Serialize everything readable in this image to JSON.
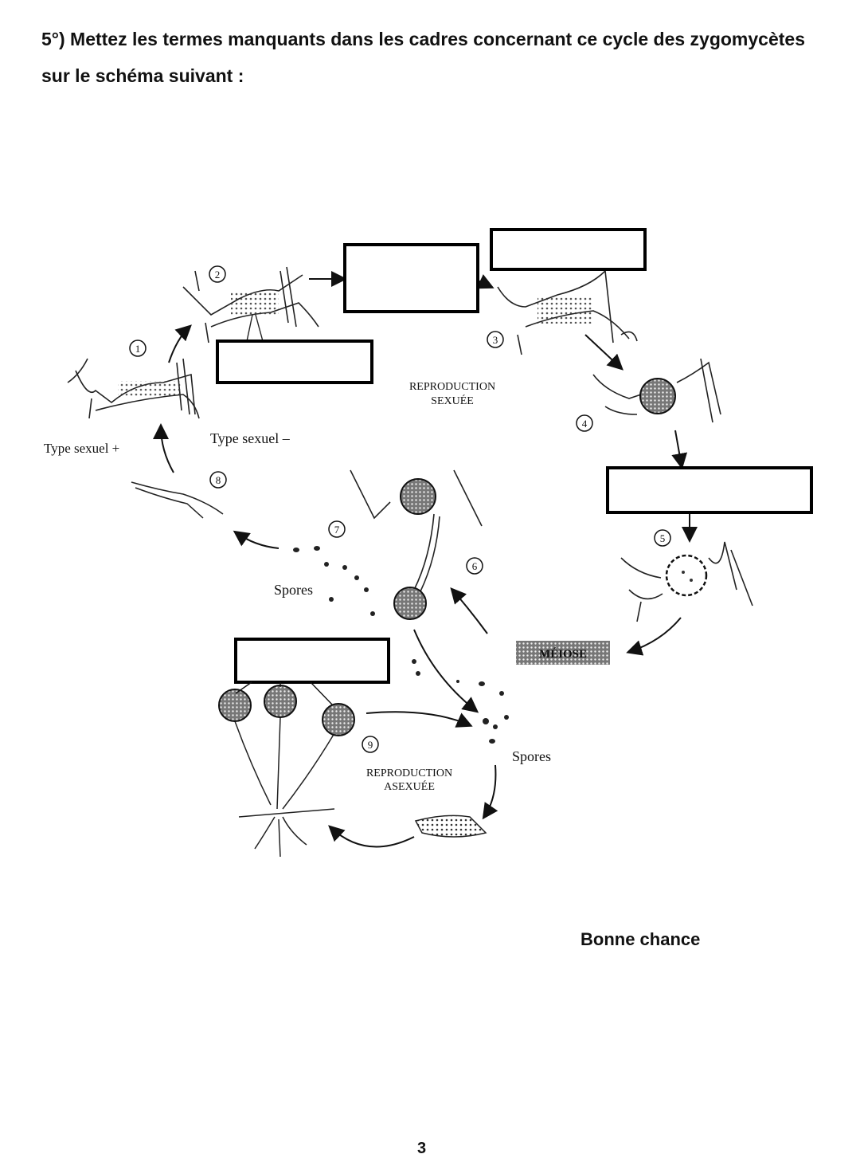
{
  "question": {
    "text": "5°) Mettez les termes manquants dans les cadres concernant ce cycle des zygomycètes sur le schéma suivant :"
  },
  "diagram": {
    "step_markers": [
      "1",
      "2",
      "3",
      "4",
      "5",
      "6",
      "7",
      "8",
      "9"
    ],
    "labels": {
      "sexual_reproduction_line1": "REPRODUCTION",
      "sexual_reproduction_line2": "SEXUÉE",
      "asexual_reproduction_line1": "REPRODUCTION",
      "asexual_reproduction_line2": "ASEXUÉE",
      "type_plus": "Type sexuel +",
      "type_minus": "Type sexuel –",
      "spores_left": "Spores",
      "spores_right": "Spores",
      "meiosis": "MÉIOSE"
    },
    "answer_boxes": [
      "",
      "",
      "",
      "",
      ""
    ]
  },
  "footer": {
    "closing": "Bonne chance",
    "page_number": "3"
  }
}
